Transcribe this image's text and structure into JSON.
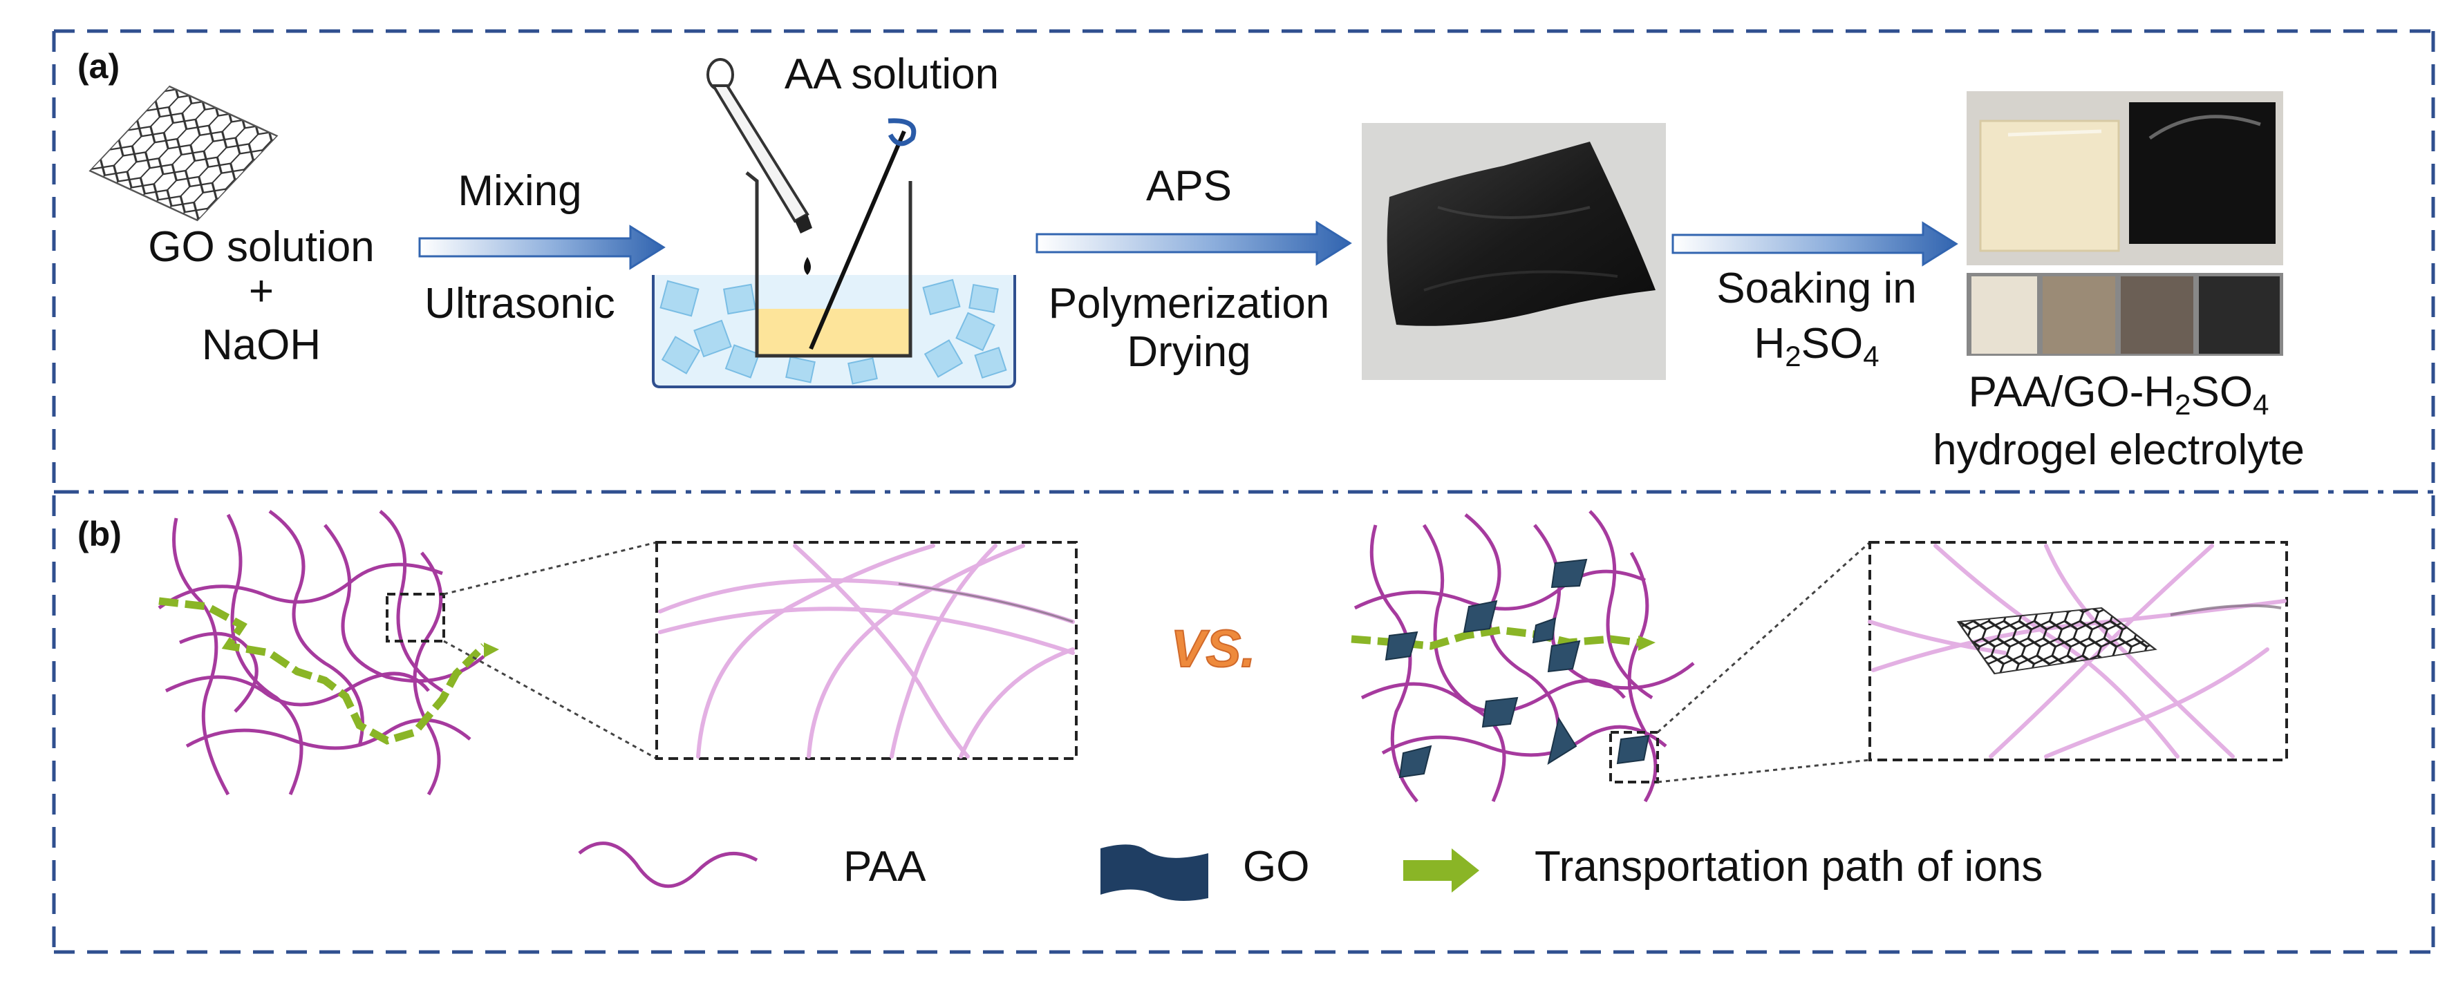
{
  "panel_a": {
    "label": "(a)",
    "go_solution": "GO solution",
    "plus": "+",
    "naoh": "NaOH",
    "arrow1_top": "Mixing",
    "arrow1_bottom": "Ultrasonic",
    "aa_solution": "AA solution",
    "arrow2_top": "APS",
    "arrow2_bottom_1": "Polymerization",
    "arrow2_bottom_2": "Drying",
    "arrow3_top": "Soaking in",
    "arrow3_bottom_pre": "H",
    "arrow3_bottom_sub1": "2",
    "arrow3_bottom_mid": "SO",
    "arrow3_bottom_sub2": "4",
    "product_line1_pre": "PAA/GO-H",
    "product_line1_sub1": "2",
    "product_line1_mid": "SO",
    "product_line1_sub2": "4",
    "product_line2": "hydrogel electrolyte"
  },
  "panel_b": {
    "label": "(b)",
    "vs": "VS.",
    "legend_paa": "PAA",
    "legend_go": "GO",
    "legend_path": "Transportation path of ions"
  },
  "colors": {
    "frame": "#2f4f8f",
    "arrow_blue": "#3c6fb6",
    "paa": "#a63a9e",
    "paa_light": "#e5b7e5",
    "go_flake": "#2d4f6b",
    "ion_path": "#8ab526",
    "vs": "#ee8a3c"
  },
  "icons": [
    "dropper-icon",
    "stirrer-icon",
    "beaker-icon",
    "ice-bath-icon",
    "graphene-sheet-icon"
  ]
}
